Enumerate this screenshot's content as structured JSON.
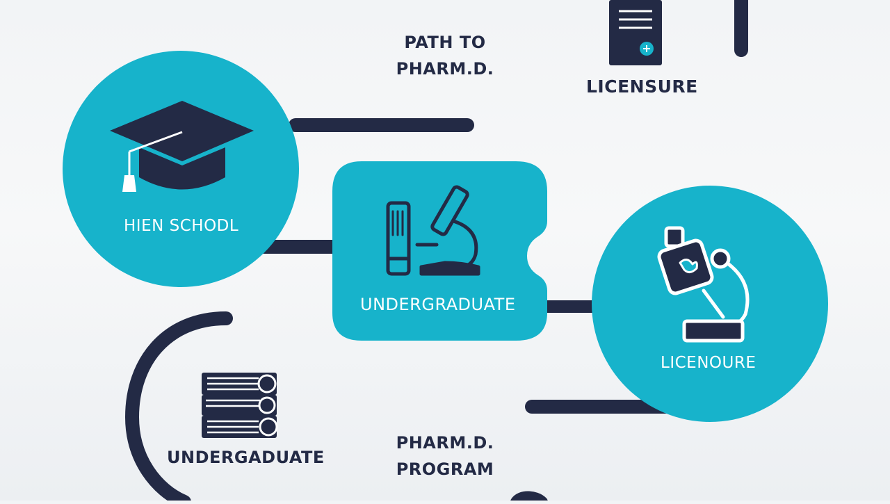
{
  "diagram": {
    "title_lines": [
      "PATH TO",
      "PHARM.D."
    ],
    "nodes": {
      "high_school": {
        "label": "HIEN SCHODL",
        "icon": "graduation-cap-icon"
      },
      "undergrad_box": {
        "label": "UNDERGRADUATE",
        "icon": "book-and-microscope-icon"
      },
      "licensure_circle": {
        "label": "LICENOURE",
        "icon": "microscope-icon"
      },
      "licensure_top": {
        "label": "LICENSURE",
        "icon": "server-tower-icon"
      },
      "undergrad_books": {
        "label": "UNDERGADUATE",
        "icon": "stacked-books-icon"
      },
      "pharmd_program": {
        "label_lines": [
          "PHARM.D.",
          "PROGRAM"
        ]
      }
    },
    "colors": {
      "accent": "#17b3cb",
      "dark": "#232a45",
      "background": "#f4f5f7"
    }
  }
}
